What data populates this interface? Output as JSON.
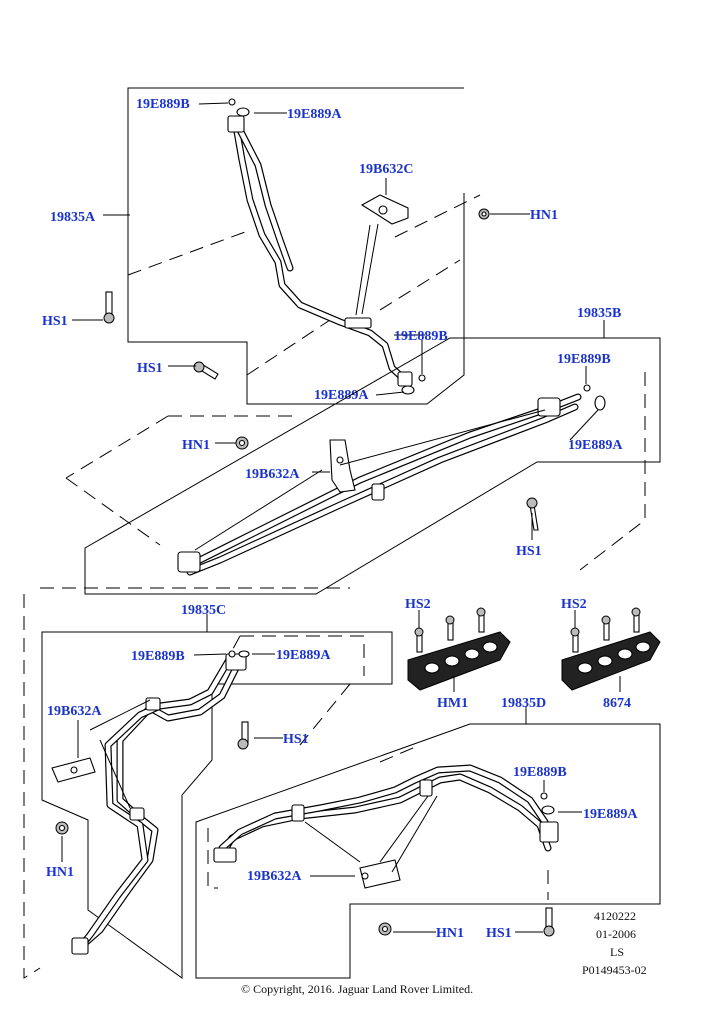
{
  "diagram": {
    "sections": [
      {
        "id": "19835A",
        "labels": [
          {
            "text": "19E889B"
          },
          {
            "text": "19E889A"
          },
          {
            "text": "19B632C"
          },
          {
            "text": "19835A"
          },
          {
            "text": "HN1"
          },
          {
            "text": "HS1"
          },
          {
            "text": "19E889B"
          },
          {
            "text": "HS1"
          },
          {
            "text": "19E889A"
          }
        ]
      },
      {
        "id": "19835B",
        "labels": [
          {
            "text": "19835B"
          },
          {
            "text": "19E889B"
          },
          {
            "text": "19E889A"
          },
          {
            "text": "HN1"
          },
          {
            "text": "19B632A"
          },
          {
            "text": "HS1"
          }
        ]
      },
      {
        "id": "19835C",
        "labels": [
          {
            "text": "19835C"
          },
          {
            "text": "19E889B"
          },
          {
            "text": "19E889A"
          },
          {
            "text": "19B632A"
          },
          {
            "text": "HS1"
          },
          {
            "text": "HN1"
          }
        ]
      },
      {
        "id": "brackets",
        "labels": [
          {
            "text": "HS2"
          },
          {
            "text": "HS2"
          },
          {
            "text": "HM1"
          },
          {
            "text": "8674"
          }
        ]
      },
      {
        "id": "19835D",
        "labels": [
          {
            "text": "19835D"
          },
          {
            "text": "19E889B"
          },
          {
            "text": "19E889A"
          },
          {
            "text": "19B632A"
          },
          {
            "text": "HN1"
          },
          {
            "text": "HS1"
          }
        ]
      }
    ],
    "meta": [
      "4120222",
      "01-2006",
      "LS",
      "P0149453-02"
    ],
    "copyright": "© Copyright, 2016. Jaguar Land Rover Limited.",
    "colors": {
      "label": "#1a33cc",
      "line": "#000000",
      "background": "#ffffff"
    }
  }
}
